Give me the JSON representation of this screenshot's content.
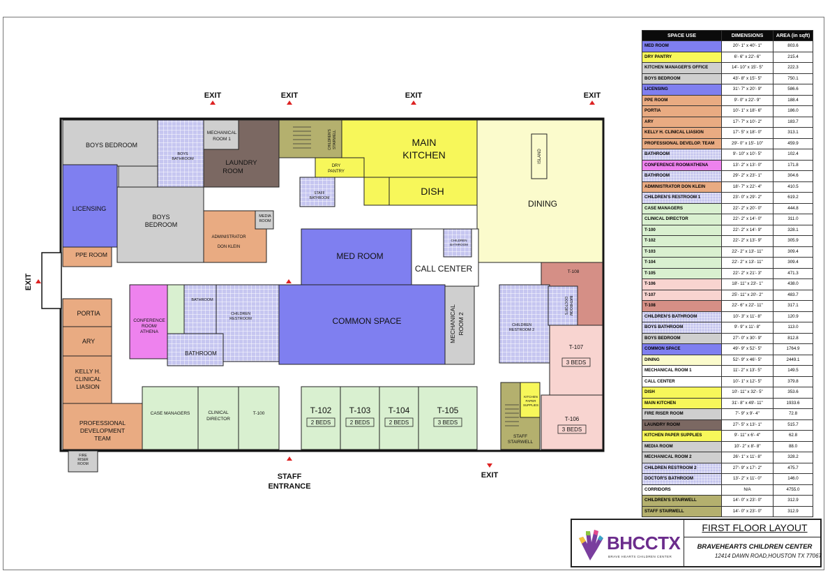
{
  "exits": {
    "exit": "EXIT",
    "staff_entrance_line1": "STAFF",
    "staff_entrance_line2": "ENTRANCE"
  },
  "rooms": {
    "boys_bedroom_1": "BOYS BEDROOM",
    "boys_bathroom_l1": "BOYS",
    "boys_bathroom_l2": "BATHROOM",
    "mech1_l1": "MECHANICAL",
    "mech1_l2": "ROOM 1",
    "laundry_l1": "LAUNDRY",
    "laundry_l2": "ROOM",
    "childrens_stairwell_l1": "CHILDREN'S",
    "childrens_stairwell_l2": "STAIRWELL",
    "dry_pantry_l1": "DRY",
    "dry_pantry_l2": "PANTRY",
    "staff_bathroom_l1": "STAFF",
    "staff_bathroom_l2": "BATHROOM",
    "main_kitchen_l1": "MAIN",
    "main_kitchen_l2": "KITCHEN",
    "dish": "DISH",
    "island": "ISLAND",
    "dining": "DINING",
    "licensing": "LICENSING",
    "boys_bedroom_2_l1": "BOYS",
    "boys_bedroom_2_l2": "BEDROOM",
    "administrator_l1": "ADMINISTRATOR",
    "administrator_l2": "DON KLEIN",
    "media_l1": "MEDIA",
    "media_l2": "ROOM",
    "med_room": "MED ROOM",
    "children_bathroom_l1": "CHILDREN",
    "children_bathroom_l2": "BATHROOM",
    "call_center": "CALL CENTER",
    "ppe_room": "PPE ROOM",
    "t108": "T-108",
    "conference_l1": "CONFERENCE",
    "conference_l2": "ROOM/",
    "conference_l3": "ATHENA",
    "bathroom_small": "BATHROOM",
    "children_restroom_l1": "CHILDREN",
    "children_restroom_l2": "RESTROOM",
    "bathroom": "BATHROOM",
    "common_space": "COMMON SPACE",
    "mech2_l1": "MECHANICAL",
    "mech2_l2": "ROOM 2",
    "children_restroom2_l1": "CHILDREN",
    "children_restroom2_l2": "RESTROOM 2",
    "doctors_bathroom_l1": "DOCTOR'S",
    "doctors_bathroom_l2": "BATHROOM",
    "portia": "PORTIA",
    "ary": "ARY",
    "kelly_l1": "KELLY H.",
    "kelly_l2": "CLINICAL",
    "kelly_l3": "LIASION",
    "t107": "T-107",
    "t107_beds": "3 BEDS",
    "case_managers": "CASE MANAGERS",
    "clinical_l1": "CLINICAL",
    "clinical_l2": "DIRECTOR",
    "t100": "T-100",
    "t102": "T-102",
    "t102_beds": "2 BEDS",
    "t103": "T-103",
    "t103_beds": "2 BEDS",
    "t104": "T-104",
    "t104_beds": "2 BEDS",
    "t105": "T-105",
    "t105_beds": "3 BEDS",
    "kitchen_supplies_l1": "KITCHEN",
    "kitchen_supplies_l2": "PAPER",
    "kitchen_supplies_l3": "SUPPLIES",
    "staff_stairwell_l1": "STAFF",
    "staff_stairwell_l2": "STAIRWELL",
    "t106": "T-106",
    "t106_beds": "3 BEDS",
    "professional_l1": "PROFESSIONAL",
    "professional_l2": "DEVELOPMENT",
    "professional_l3": "TEAM",
    "fire_riser_l1": "FIRE",
    "fire_riser_l2": "RISER",
    "fire_riser_l3": "ROOM"
  },
  "colors": {
    "gray": "#cfcfcf",
    "brown": "#7b6862",
    "olive": "#b4b06e",
    "yellow": "#f7f75a",
    "light_yellow": "#fbfbcc",
    "blue": "#7f7ff0",
    "orange": "#e9ab82",
    "magenta": "#ee82ee",
    "green": "#d9f0d0",
    "pink": "#f8d4d0",
    "rose": "#d58f86",
    "lavender": "#c3c3ee",
    "corridor": "#ffffff"
  },
  "schedule": {
    "headers": [
      "SPACE USE",
      "DIMENSIONS",
      "AREA (in sqft)"
    ],
    "rows": [
      {
        "name": "MED ROOM",
        "dims": "20'- 1\" x 40'- 1\"",
        "area": "803.6",
        "color": "#7f7ff0"
      },
      {
        "name": "DRY PANTRY",
        "dims": "6'- 6\" x 22'- 6\"",
        "area": "215.4",
        "color": "#f7f75a"
      },
      {
        "name": "KITCHEN MANAGER'S OFFICE",
        "dims": "14'- 10\" x 15'- 5\"",
        "area": "222.3",
        "color": "#cfcfcf"
      },
      {
        "name": "BOYS BEDROOM",
        "dims": "43'- 8\" x 15'- 5\"",
        "area": "750.1",
        "color": "#cfcfcf"
      },
      {
        "name": "LICENSING",
        "dims": "31'- 7\" x 20'- 9\"",
        "area": "586.6",
        "color": "#7f7ff0"
      },
      {
        "name": "PPE ROOM",
        "dims": "9'- 0\" x 22'- 9\"",
        "area": "188.4",
        "color": "#e9ab82"
      },
      {
        "name": "PORTIA",
        "dims": "10'- 1\" x 18'- 6\"",
        "area": "186.0",
        "color": "#e9ab82"
      },
      {
        "name": "ARY",
        "dims": "17'- 7\" x 10'- 2\"",
        "area": "183.7",
        "color": "#e9ab82"
      },
      {
        "name": "KELLY H. CLINICAL LIASION",
        "dims": "17'- 5\" x 18'- 0\"",
        "area": "313.1",
        "color": "#e9ab82"
      },
      {
        "name": "PROFESSIONAL DEVELOP. TEAM",
        "dims": "29'- 0\" x 15'- 10\"",
        "area": "459.9",
        "color": "#e9ab82"
      },
      {
        "name": "BATHROOM",
        "dims": "9'- 10\" x 10'- 5\"",
        "area": "102.4",
        "color": "#c3c3ee",
        "hatch": true
      },
      {
        "name": "CONFERENCE ROOM/ATHENA",
        "dims": "13'- 2\" x 13'- 0\"",
        "area": "171.8",
        "color": "#ee82ee"
      },
      {
        "name": "BATHROOM",
        "dims": "29'- 2\" x 23'- 1\"",
        "area": "304.6",
        "color": "#c3c3ee",
        "hatch": true
      },
      {
        "name": "ADMINISTRATOR DON KLEIN",
        "dims": "18'- 7\" x 22'- 4\"",
        "area": "410.5",
        "color": "#e9ab82"
      },
      {
        "name": "CHILDREN'S RESTROOM 1",
        "dims": "23'- 0\" x 29'- 2\"",
        "area": "619.2",
        "color": "#c3c3ee",
        "hatch": true
      },
      {
        "name": "CASE MANAGERS",
        "dims": "22'- 2\" x 20'- 0\"",
        "area": "444.8",
        "color": "#d9f0d0"
      },
      {
        "name": "CLINICAL DIRECTOR",
        "dims": "22'- 2\" x 14'- 0\"",
        "area": "311.0",
        "color": "#d9f0d0"
      },
      {
        "name": "T-100",
        "dims": "22'- 2\" x 14'- 9\"",
        "area": "328.1",
        "color": "#d9f0d0"
      },
      {
        "name": "T-102",
        "dims": "22'- 2\" x 13'- 9\"",
        "area": "305.9",
        "color": "#d9f0d0"
      },
      {
        "name": "T-103",
        "dims": "22'- 2\" x 13'- 11\"",
        "area": "309.4",
        "color": "#d9f0d0"
      },
      {
        "name": "T-104",
        "dims": "22'- 2\" x 13'- 11\"",
        "area": "309.4",
        "color": "#d9f0d0"
      },
      {
        "name": "T-105",
        "dims": "22'- 2\" x 21'- 3\"",
        "area": "471.3",
        "color": "#d9f0d0"
      },
      {
        "name": "T-106",
        "dims": "18'- 11\" x 23'- 1\"",
        "area": "438.0",
        "color": "#f8d4d0"
      },
      {
        "name": "T-107",
        "dims": "25'- 11\" x 20'- 2\"",
        "area": "483.7",
        "color": "#f8d4d0"
      },
      {
        "name": "T-108",
        "dims": "22'- 6\" x 22'- 11\"",
        "area": "317.1",
        "color": "#d58f86"
      },
      {
        "name": "CHILDREN'S BATHROOM",
        "dims": "10'- 3\" x 11'- 8\"",
        "area": "120.9",
        "color": "#c3c3ee",
        "hatch": true
      },
      {
        "name": "BOYS BATHROOM",
        "dims": "9'- 9\" x 11'- 8\"",
        "area": "113.0",
        "color": "#c3c3ee",
        "hatch": true
      },
      {
        "name": "BOYS BEDROOM",
        "dims": "27'- 0\" x 30'- 9\"",
        "area": "812.8",
        "color": "#cfcfcf"
      },
      {
        "name": "COMMON SPACE",
        "dims": "49'- 9\" x 52'- 5\"",
        "area": "1764.9",
        "color": "#7f7ff0"
      },
      {
        "name": "DINING",
        "dims": "52'- 9\" x 46'- 5\"",
        "area": "2449.1",
        "color": "#fbfbcc"
      },
      {
        "name": "MECHANICAL ROOM 1",
        "dims": "11'- 2\" x 13'- 5\"",
        "area": "149.5",
        "color": "#ffffff"
      },
      {
        "name": "CALL CENTER",
        "dims": "10'- 1\" x 12'- 5\"",
        "area": "379.8",
        "color": "#ffffff"
      },
      {
        "name": "DISH",
        "dims": "10'- 11\" x 32'- 5\"",
        "area": "353.6",
        "color": "#f7f75a"
      },
      {
        "name": "MAIN KITCHEN",
        "dims": "31'- 8\" x 49'- 11\"",
        "area": "1933.6",
        "color": "#f7f75a"
      },
      {
        "name": "FIRE RISER ROOM",
        "dims": "7'- 9\" x 9'- 4\"",
        "area": "72.8",
        "color": "#cfcfcf"
      },
      {
        "name": "LAUNDRY ROOM",
        "dims": "27'- 5\" x 13'- 1\"",
        "area": "515.7",
        "color": "#7b6862"
      },
      {
        "name": "KITCHEN PAPER SUPPLIES",
        "dims": "9'- 11\" x 6'- 4\"",
        "area": "62.8",
        "color": "#f7f75a"
      },
      {
        "name": "MEDIA ROOM",
        "dims": "10'- 2\" x 8'- 8\"",
        "area": "88.0",
        "color": "#cfcfcf"
      },
      {
        "name": "MECHANICAL ROOM 2",
        "dims": "26'- 1\" x 11'- 8\"",
        "area": "328.2",
        "color": "#cfcfcf"
      },
      {
        "name": "CHILDREN RESTROOM 2",
        "dims": "27'- 9\" x 17'- 2\"",
        "area": "475.7",
        "color": "#c3c3ee",
        "hatch": true
      },
      {
        "name": "DOCTOR'S BATHROOM",
        "dims": "13'- 2\" x 11'- 0\"",
        "area": "146.0",
        "color": "#c3c3ee",
        "hatch": true
      },
      {
        "name": "CORRIDORS",
        "dims": "N/A",
        "area": "4755.0",
        "color": "#ffffff"
      },
      {
        "name": "CHILDREN'S STAIRWELL",
        "dims": "14'- 0\" x 23'- 0\"",
        "area": "312.9",
        "color": "#b4b06e"
      },
      {
        "name": "STAFF STAIRWELL",
        "dims": "14'- 0\" x 23'- 0\"",
        "area": "312.9",
        "color": "#b4b06e"
      }
    ]
  },
  "title_block": {
    "drawing_title": "FIRST FLOOR LAYOUT",
    "logo_text": "BHCCTX",
    "logo_sub": "BRAVE HEARTS CHILDREN CENTER",
    "center_name": "BRAVEHEARTS CHILDREN CENTER",
    "address": "12414 DAWN ROAD,HOUSTON TX 77067"
  }
}
